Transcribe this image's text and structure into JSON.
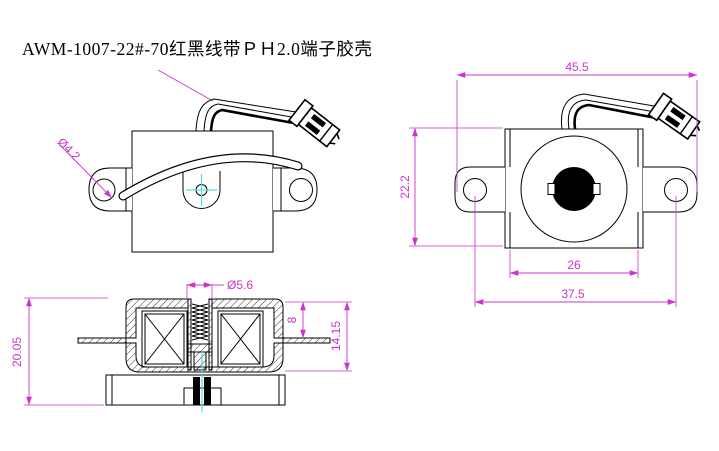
{
  "title": "AWM-1007-22#-70红黑线带ＰＨ2.0端子胶壳",
  "colors": {
    "line": "#000000",
    "dimension": "#cc33cc",
    "centerline": "#55dddd",
    "background": "#ffffff",
    "connector": "#000000"
  },
  "front_view": {
    "dims": {
      "ear_hole_dia": "Ø4.2"
    }
  },
  "top_view": {
    "dims": {
      "overall_width": "45.5",
      "body_height": "22.2",
      "core_width": "26",
      "hole_pitch": "37.5"
    }
  },
  "section_view": {
    "dims": {
      "bore_dia": "Ø5.6",
      "inner_height": "8",
      "height": "14.15",
      "overall_height": "20.05"
    }
  }
}
